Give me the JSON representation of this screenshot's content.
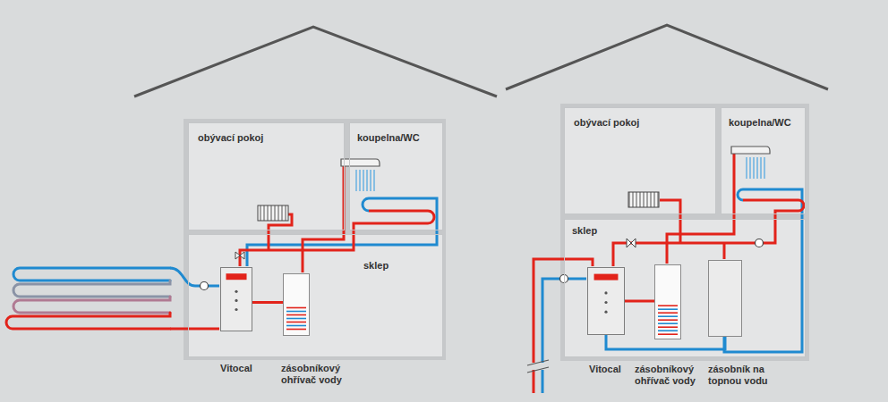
{
  "diagram": {
    "nodes": [
      {
        "text": [
          "obývací pokoj"
        ]
      },
      {
        "text": [
          "koupelna/WC"
        ]
      },
      {
        "text": [
          "sklep"
        ]
      },
      {
        "text": [
          "Vitocal"
        ],
        "in": 2
      },
      {
        "text": [
          "zásobníkový ohřívač vody"
        ],
        "in": 2
      },
      {
        "text": [
          "obývací pokoj"
        ]
      },
      {
        "text": [
          "koupelna/WC"
        ]
      },
      {
        "text": [
          "sklep"
        ]
      },
      {
        "text": [
          "Vitocal"
        ],
        "in": 7
      },
      {
        "text": [
          "zásobníkový ohřívač vody"
        ],
        "in": 7
      },
      {
        "text": [
          "zásobník na topnou vodu"
        ],
        "in": 7
      }
    ],
    "edges": [
      {
        "from": 3,
        "to": 4,
        "arrow": "none"
      },
      {
        "from": 8,
        "to": 9,
        "arrow": "none"
      },
      {
        "from": 8,
        "to": 10,
        "arrow": "none"
      }
    ]
  }
}
